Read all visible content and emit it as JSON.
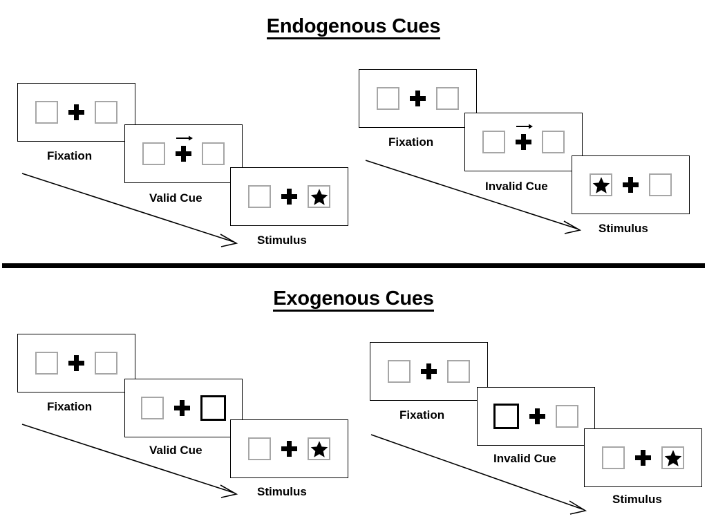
{
  "figure": {
    "title_top": "Endogenous Cues",
    "title_bottom": "Exogenous Cues"
  },
  "colors": {
    "panel_border": "#000000",
    "box_border": "#a6a6a6",
    "cued_box_border": "#000000",
    "stimulus": "#000000",
    "background": "#ffffff",
    "divider": "#000000"
  },
  "sections": [
    {
      "id": "endogenous",
      "title": "Endogenous Cues",
      "cue_type": "central-arrow",
      "columns": [
        {
          "id": "endogenous-valid",
          "validity": "valid",
          "frames": [
            {
              "label": "Fixation",
              "left_box": "empty",
              "right_box": "empty",
              "cue": "none",
              "arrow_direction": "",
              "stimulus_side": "none"
            },
            {
              "label": "Valid Cue",
              "left_box": "empty",
              "right_box": "empty",
              "cue": "arrow",
              "arrow_direction": "right",
              "stimulus_side": "none"
            },
            {
              "label": "Stimulus",
              "left_box": "empty",
              "right_box": "star",
              "cue": "none",
              "arrow_direction": "",
              "stimulus_side": "right"
            }
          ]
        },
        {
          "id": "endogenous-invalid",
          "validity": "invalid",
          "frames": [
            {
              "label": "Fixation",
              "left_box": "empty",
              "right_box": "empty",
              "cue": "none",
              "arrow_direction": "",
              "stimulus_side": "none"
            },
            {
              "label": "Invalid Cue",
              "left_box": "empty",
              "right_box": "empty",
              "cue": "arrow",
              "arrow_direction": "right",
              "stimulus_side": "none"
            },
            {
              "label": "Stimulus",
              "left_box": "star",
              "right_box": "empty",
              "cue": "none",
              "arrow_direction": "",
              "stimulus_side": "left"
            }
          ]
        }
      ]
    },
    {
      "id": "exogenous",
      "title": "Exogenous Cues",
      "cue_type": "peripheral-box-flash",
      "columns": [
        {
          "id": "exogenous-valid",
          "validity": "valid",
          "frames": [
            {
              "label": "Fixation",
              "left_box": "empty",
              "right_box": "empty",
              "cue": "none",
              "arrow_direction": "",
              "stimulus_side": "none"
            },
            {
              "label": "Valid Cue",
              "left_box": "empty",
              "right_box": "highlighted",
              "cue": "box",
              "arrow_direction": "",
              "stimulus_side": "none"
            },
            {
              "label": "Stimulus",
              "left_box": "empty",
              "right_box": "star",
              "cue": "none",
              "arrow_direction": "",
              "stimulus_side": "right"
            }
          ]
        },
        {
          "id": "exogenous-invalid",
          "validity": "invalid",
          "frames": [
            {
              "label": "Fixation",
              "left_box": "empty",
              "right_box": "empty",
              "cue": "none",
              "arrow_direction": "",
              "stimulus_side": "none"
            },
            {
              "label": "Invalid Cue",
              "left_box": "highlighted",
              "right_box": "empty",
              "cue": "box",
              "arrow_direction": "",
              "stimulus_side": "none"
            },
            {
              "label": "Stimulus",
              "left_box": "empty",
              "right_box": "star",
              "cue": "none",
              "arrow_direction": "",
              "stimulus_side": "right"
            }
          ]
        }
      ]
    }
  ],
  "time_arrows": {
    "count": 4,
    "meaning": "time progression"
  }
}
